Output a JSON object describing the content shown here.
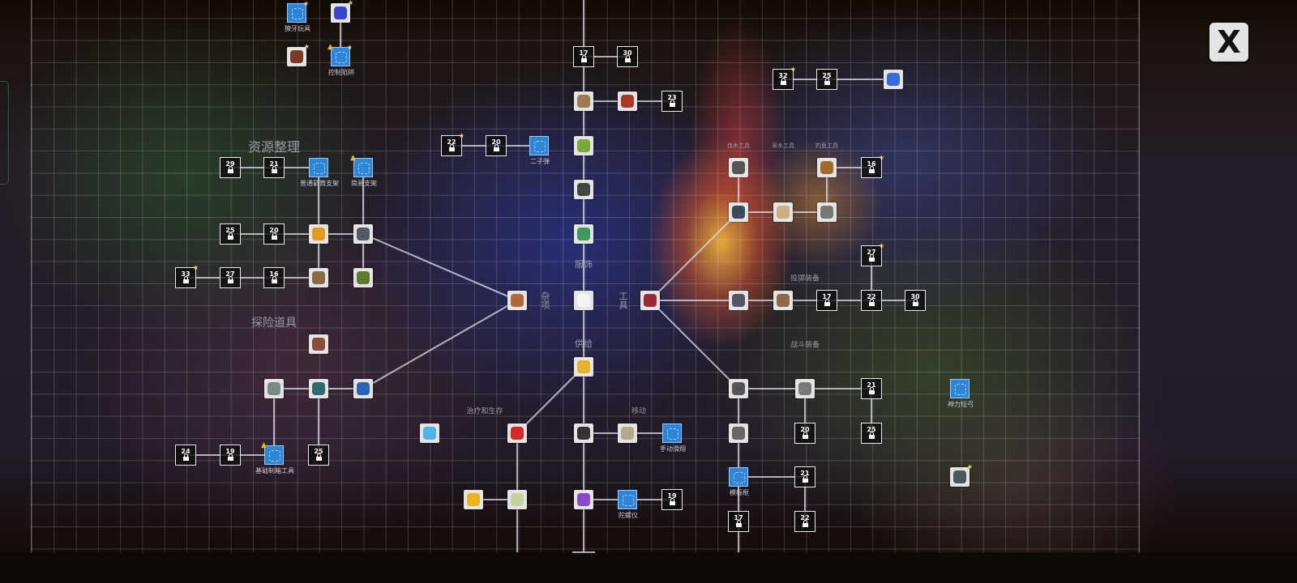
{
  "close_button": {
    "label": "X"
  },
  "categories": [
    {
      "id": "resource",
      "label": "资源整理"
    },
    {
      "id": "explore",
      "label": "探险道具"
    },
    {
      "id": "clothing",
      "label": "服饰"
    },
    {
      "id": "misc",
      "label": "杂项"
    },
    {
      "id": "tools",
      "label": "工具"
    },
    {
      "id": "supply",
      "label": "供给"
    },
    {
      "id": "healing",
      "label": "治疗和生存"
    },
    {
      "id": "movement",
      "label": "移动"
    },
    {
      "id": "throwing",
      "label": "投掷装备"
    },
    {
      "id": "combat",
      "label": "战斗装备"
    },
    {
      "id": "logging",
      "label": "伐木工具"
    },
    {
      "id": "water",
      "label": "采水工具"
    },
    {
      "id": "fishing",
      "label": "钓鱼工具"
    }
  ],
  "locked_nodes": [
    {
      "level": "17"
    },
    {
      "level": "30"
    },
    {
      "level": "23"
    },
    {
      "level": "22",
      "star": true
    },
    {
      "level": "20"
    },
    {
      "level": "29"
    },
    {
      "level": "21"
    },
    {
      "level": "25"
    },
    {
      "level": "20"
    },
    {
      "level": "33",
      "star": true
    },
    {
      "level": "27"
    },
    {
      "level": "16"
    },
    {
      "level": "24"
    },
    {
      "level": "19"
    },
    {
      "level": "25"
    },
    {
      "level": "19"
    },
    {
      "level": "32",
      "star": true
    },
    {
      "level": "25"
    },
    {
      "level": "16",
      "star": true
    },
    {
      "level": "27",
      "star": true
    },
    {
      "level": "17"
    },
    {
      "level": "22"
    },
    {
      "level": "30"
    },
    {
      "level": "21"
    },
    {
      "level": "20"
    },
    {
      "level": "25"
    },
    {
      "level": "21"
    },
    {
      "level": "17"
    },
    {
      "level": "22"
    }
  ],
  "items": [
    {
      "icon": "fang-toy-blueprint",
      "type": "bp",
      "label": "獠牙玩具",
      "star": true
    },
    {
      "icon": "whistle-icon",
      "color": "#3a49c8",
      "star": true
    },
    {
      "icon": "trap-item-icon",
      "color": "#7a3a22",
      "star": true
    },
    {
      "icon": "trap-control-blueprint",
      "type": "bp",
      "label": "控制陷阱",
      "star": true,
      "thumb": true
    },
    {
      "icon": "arrow-holder-blueprint",
      "type": "bp",
      "label": "普通箭筒支架"
    },
    {
      "icon": "tent-frame-blueprint",
      "type": "bp",
      "label": "简易支架",
      "thumb": true
    },
    {
      "icon": "bullet-blueprint",
      "type": "bp",
      "label": "二子弹"
    },
    {
      "icon": "chest-icon",
      "color": "#e49a1c"
    },
    {
      "icon": "helmet-icon",
      "color": "#555a66"
    },
    {
      "icon": "magnifier-icon",
      "color": "#8a6a40"
    },
    {
      "icon": "bedroll-icon",
      "color": "#5d7a2d"
    },
    {
      "icon": "rope-icon",
      "color": "#8a4e3a"
    },
    {
      "icon": "pot-icon",
      "color": "#7a8a88"
    },
    {
      "icon": "drill-icon",
      "color": "#2f6b6a"
    },
    {
      "icon": "flashlight-icon",
      "color": "#2c64b8"
    },
    {
      "icon": "toolbox-blueprint",
      "type": "bp",
      "label": "基础制箱工具",
      "thumb": true
    },
    {
      "icon": "crystal-icon",
      "color": "#4cb4e6"
    },
    {
      "icon": "backpack-icon",
      "color": "#b06a3a"
    },
    {
      "icon": "glove-icon",
      "color": "#f4f4f4"
    },
    {
      "icon": "hat-icon",
      "color": "#9a7a50"
    },
    {
      "icon": "shirt-icon",
      "color": "#a83a2a"
    },
    {
      "icon": "vest-icon",
      "color": "#7aa83a"
    },
    {
      "icon": "cap-icon",
      "color": "#444"
    },
    {
      "icon": "outfit-icon",
      "color": "#3e9a5a"
    },
    {
      "icon": "crowbar-icon",
      "color": "#9a2a3a"
    },
    {
      "icon": "axe-icon",
      "color": "#555"
    },
    {
      "icon": "shovel-icon",
      "color": "#3a4a5a"
    },
    {
      "icon": "sack-icon",
      "color": "#c9b080"
    },
    {
      "icon": "whip-icon",
      "color": "#777"
    },
    {
      "icon": "fish-icon",
      "color": "#a06a2a"
    },
    {
      "icon": "knife-icon",
      "color": "#556"
    },
    {
      "icon": "claw-icon",
      "color": "#8a6a4a"
    },
    {
      "icon": "sickle-icon",
      "color": "#555"
    },
    {
      "icon": "machete-icon",
      "color": "#7a7a7a"
    },
    {
      "icon": "dice-icon",
      "color": "#666"
    },
    {
      "icon": "frame-blueprint",
      "type": "bp",
      "label": "模板框"
    },
    {
      "icon": "bow-blueprint",
      "type": "bp",
      "label": "神力短弓"
    },
    {
      "icon": "gun-icon",
      "color": "#4a5a5a",
      "star": true
    },
    {
      "icon": "ration-bar-icon",
      "color": "#e4b22a"
    },
    {
      "icon": "medkit-icon",
      "color": "#d42a2a"
    },
    {
      "icon": "knee-pads-icon",
      "color": "#333"
    },
    {
      "icon": "net-icon",
      "color": "#b8a88a"
    },
    {
      "icon": "glider-blueprint",
      "type": "bp",
      "label": "手动滑翔"
    },
    {
      "icon": "rubber-duck-icon",
      "color": "#e8b420"
    },
    {
      "icon": "paper-icon",
      "color": "#c8d0a0"
    },
    {
      "icon": "purple-gem-icon",
      "color": "#8a4ac8"
    },
    {
      "icon": "gyroscope-blueprint",
      "type": "bp",
      "label": "陀螺仪"
    },
    {
      "icon": "map-icon",
      "color": "#3a6ad8"
    }
  ]
}
